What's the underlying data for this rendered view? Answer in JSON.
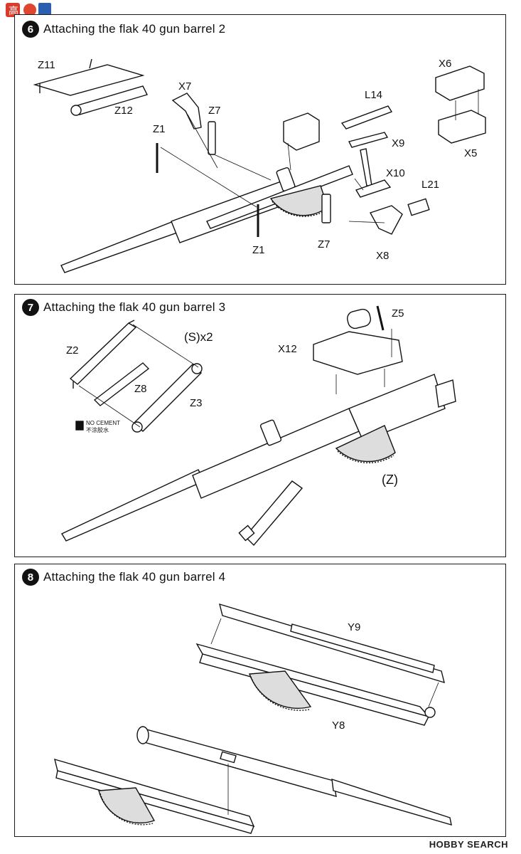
{
  "steps": [
    {
      "number": "6",
      "title": "Attaching the flak 40 gun barrel 2",
      "labels": [
        "Z11",
        "Z12",
        "X7",
        "Z7",
        "Z1",
        "Z1",
        "Z7",
        "L14",
        "X9",
        "X10",
        "L21",
        "X8",
        "X6",
        "X5"
      ]
    },
    {
      "number": "7",
      "title": "Attaching the flak 40 gun barrel 3",
      "labels": [
        "(S)x2",
        "Z2",
        "Z8",
        "Z3",
        "X12",
        "Z5",
        "(Z)"
      ],
      "notice": {
        "en": "NO CEMENT",
        "zh": "不涂胶水"
      }
    },
    {
      "number": "8",
      "title": "Attaching the flak 40 gun barrel 4",
      "labels": [
        "Y9",
        "Y8"
      ]
    }
  ],
  "watermark": {
    "logo_text": "高",
    "site": "HOBBY SEARCH"
  }
}
